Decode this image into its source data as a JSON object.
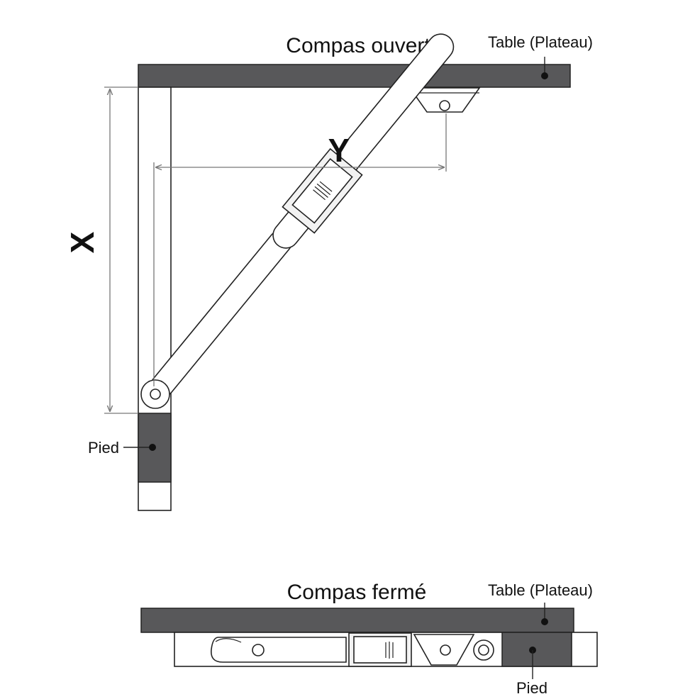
{
  "open_view": {
    "title": "Compas ouvert",
    "table_label": "Table (Plateau)",
    "foot_label": "Pied",
    "dimension_x": "X",
    "dimension_y": "Y"
  },
  "closed_view": {
    "title": "Compas fermé",
    "table_label": "Table (Plateau)",
    "foot_label": "Pied"
  },
  "colors": {
    "board": "#58585a",
    "line": "#222222",
    "paper": "#ffffff",
    "slider": "#f2f2f2",
    "dimension": "#777777"
  }
}
